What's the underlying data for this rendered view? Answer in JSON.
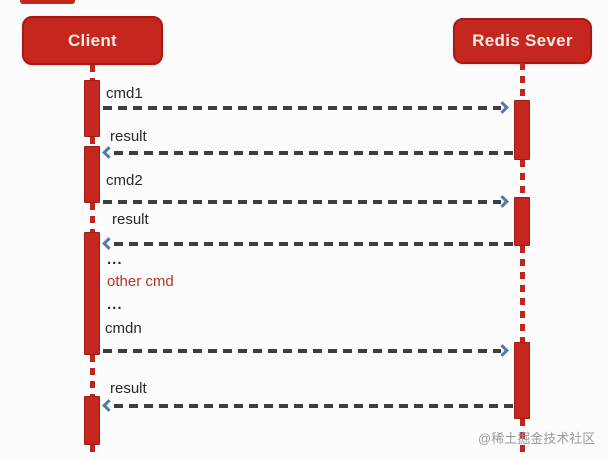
{
  "diagram": {
    "type": "sequence-diagram",
    "topic": "Client / Redis pipeline command flow",
    "actors": [
      {
        "id": "client",
        "label": "Client"
      },
      {
        "id": "server",
        "label": "Redis Sever"
      }
    ],
    "messages": [
      {
        "label": "cmd1",
        "from": "client",
        "to": "server",
        "direction": "right"
      },
      {
        "label": "result",
        "from": "server",
        "to": "client",
        "direction": "left"
      },
      {
        "label": "cmd2",
        "from": "client",
        "to": "server",
        "direction": "right"
      },
      {
        "label": "result",
        "from": "server",
        "to": "client",
        "direction": "left"
      },
      {
        "label": "...",
        "direction": "none"
      },
      {
        "label": "other cmd",
        "direction": "none"
      },
      {
        "label": "...",
        "direction": "none"
      },
      {
        "label": "cmdn",
        "from": "client",
        "to": "server",
        "direction": "right"
      },
      {
        "label": "result",
        "from": "server",
        "to": "client",
        "direction": "left"
      }
    ],
    "watermark": "@稀土掘金技术社区",
    "colors": {
      "background": "#fcfcfc",
      "accent_red": "#c5261d",
      "bar_border": "#9e1c14",
      "lifeline_red": "#c0261c",
      "arrow_dash": "#3d3d47",
      "arrowhead_blue": "#4d7ab2",
      "label_text": "#29292d",
      "other_cmd_red": "#b93325",
      "watermark_gray": "#9b9b9b"
    }
  }
}
